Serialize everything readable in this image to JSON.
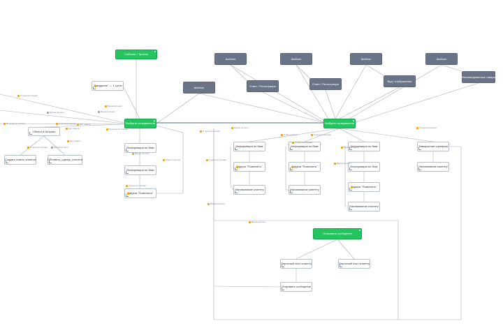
{
  "diagram": {
    "nodes": [
      {
        "id": "start",
        "kind": "green",
        "text": "Событие / Триггер"
      },
      {
        "id": "hub1",
        "kind": "green",
        "text": "Выбрать из вариантов"
      },
      {
        "id": "hub2",
        "kind": "green",
        "text": "Выбрать из вариантов"
      },
      {
        "id": "hub3",
        "kind": "green",
        "text": "Отправить сообщение"
      },
      {
        "id": "g1",
        "kind": "gray",
        "text": "Шаблон"
      },
      {
        "id": "g2",
        "kind": "gray",
        "text": "Шаблон"
      },
      {
        "id": "g3",
        "kind": "gray",
        "text": "Шаблон"
      },
      {
        "id": "g4",
        "kind": "gray",
        "text": "Шаблон"
      },
      {
        "id": "g5",
        "kind": "gray",
        "text": "Шаблон"
      },
      {
        "id": "g6",
        "kind": "gray",
        "text": "Ответ / Регистрация"
      },
      {
        "id": "g7",
        "kind": "gray",
        "text": "Ответ / Регистрация"
      },
      {
        "id": "g8",
        "kind": "gray",
        "text": "Вид / отображение"
      },
      {
        "id": "g9",
        "kind": "gray",
        "text": "Рекомендованные товары"
      },
      {
        "id": "w_wait",
        "kind": "white",
        "text": "\"Ожидание\" — 1 сутки"
      },
      {
        "id": "w_object",
        "kind": "white",
        "text": "Объект в Битрикс"
      },
      {
        "id": "w_client",
        "kind": "white",
        "text": "Создать нового клиента"
      },
      {
        "id": "w_deal",
        "kind": "white",
        "text": "Обновить_сделку_клиента"
      },
      {
        "id": "w_l1",
        "kind": "white",
        "text": "Информация по базе"
      },
      {
        "id": "w_l2",
        "kind": "white",
        "text": "Информация по базе"
      },
      {
        "id": "w_l3",
        "kind": "white",
        "text": "Задача \"Позвонить\""
      },
      {
        "id": "w_a1",
        "kind": "white",
        "text": "Информация по базе"
      },
      {
        "id": "w_a2",
        "kind": "white",
        "text": "Задача \"Позвонить\""
      },
      {
        "id": "w_a3",
        "kind": "white",
        "text": "Напоминание клиенту"
      },
      {
        "id": "w_b1",
        "kind": "white",
        "text": "Информация по базе"
      },
      {
        "id": "w_b2",
        "kind": "white",
        "text": "Задача \"Позвонить\""
      },
      {
        "id": "w_b3",
        "kind": "white",
        "text": "Напоминание клиенту"
      },
      {
        "id": "w_c1",
        "kind": "white",
        "text": "Информация по базе"
      },
      {
        "id": "w_c2",
        "kind": "white",
        "text": "Информация по базе"
      },
      {
        "id": "w_c3",
        "kind": "white",
        "text": "Задача \"Позвонить\""
      },
      {
        "id": "w_c4",
        "kind": "white",
        "text": "Напоминание клиенту"
      },
      {
        "id": "w_d1",
        "kind": "white",
        "text": "Завершение сценария"
      },
      {
        "id": "w_d2",
        "kind": "white",
        "text": "Напоминание клиенту"
      },
      {
        "id": "w_f1",
        "kind": "white",
        "text": "Опросный лист клиенту"
      },
      {
        "id": "w_f2",
        "kind": "white",
        "text": "Опросный лист клиенту"
      },
      {
        "id": "w_f3",
        "kind": "white",
        "text": "Отправить сообщение"
      }
    ],
    "edge_labels": [
      {
        "text": "Открытие письма",
        "dot": "orange"
      },
      {
        "text": "Время истекло",
        "dot": "gray"
      },
      {
        "text": "Переход по ссылке",
        "dot": "orange"
      },
      {
        "text": "Открытие письма",
        "dot": "orange"
      },
      {
        "text": "Время истекло",
        "dot": "gray"
      },
      {
        "text": "Время истекло",
        "dot": "orange"
      },
      {
        "text": "Переход по ссылке",
        "dot": "orange"
      },
      {
        "text": "Нет ответа",
        "dot": "orange"
      },
      {
        "text": "Нет ответа",
        "dot": "orange"
      },
      {
        "text": "Открытие письма",
        "dot": "orange"
      },
      {
        "text": "Время истекло",
        "dot": "gray"
      },
      {
        "text": "Нет ответа",
        "dot": "orange"
      },
      {
        "text": "Открытие письма",
        "dot": "orange"
      },
      {
        "text": "Время истекло",
        "dot": "orange"
      },
      {
        "text": "Клик по ссылке",
        "dot": "orange"
      },
      {
        "text": "Открытие письма",
        "dot": "orange"
      },
      {
        "text": "Открытие письма",
        "dot": "orange"
      },
      {
        "text": "Время истекло",
        "dot": "orange"
      },
      {
        "text": "Время истекло",
        "dot": "orange"
      },
      {
        "text": "Время истекло",
        "dot": "orange"
      },
      {
        "text": "Ответ клиента",
        "dot": "orange"
      },
      {
        "text": "Открытие письма",
        "dot": "orange"
      },
      {
        "text": "Открытие письма",
        "dot": "orange"
      },
      {
        "text": "Время истекло",
        "dot": "orange"
      },
      {
        "text": "Время истекло",
        "dot": "orange"
      },
      {
        "text": "Открытие письма",
        "dot": "orange"
      }
    ]
  }
}
